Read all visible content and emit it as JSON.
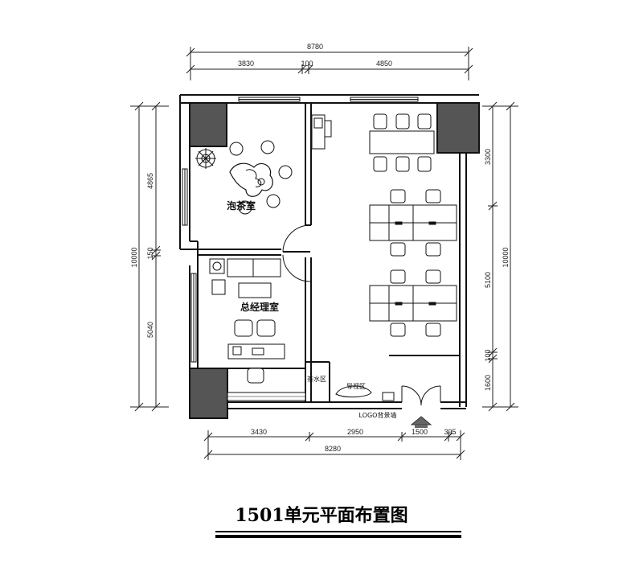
{
  "title": "1501单元平面布置图",
  "rooms": {
    "tea_room": "泡茶室",
    "gm_office": "总经理室",
    "pantry": "茶水区",
    "reception": "导视区",
    "entrance_note": "LOGO背景墙"
  },
  "dimensions": {
    "top_total": "8780",
    "top_left": "3830",
    "top_mid": "100",
    "top_right": "4850",
    "bottom_a": "3430",
    "bottom_b": "2950",
    "bottom_c": "1500",
    "bottom_d": "395",
    "bottom_total": "8280",
    "left_total": "10000",
    "left_upper": "4865",
    "left_mid": "150",
    "left_lower": "5040",
    "right_total": "10000",
    "right_top": "3300",
    "right_mid": "5100",
    "right_small": "100",
    "right_bottom": "1600"
  }
}
